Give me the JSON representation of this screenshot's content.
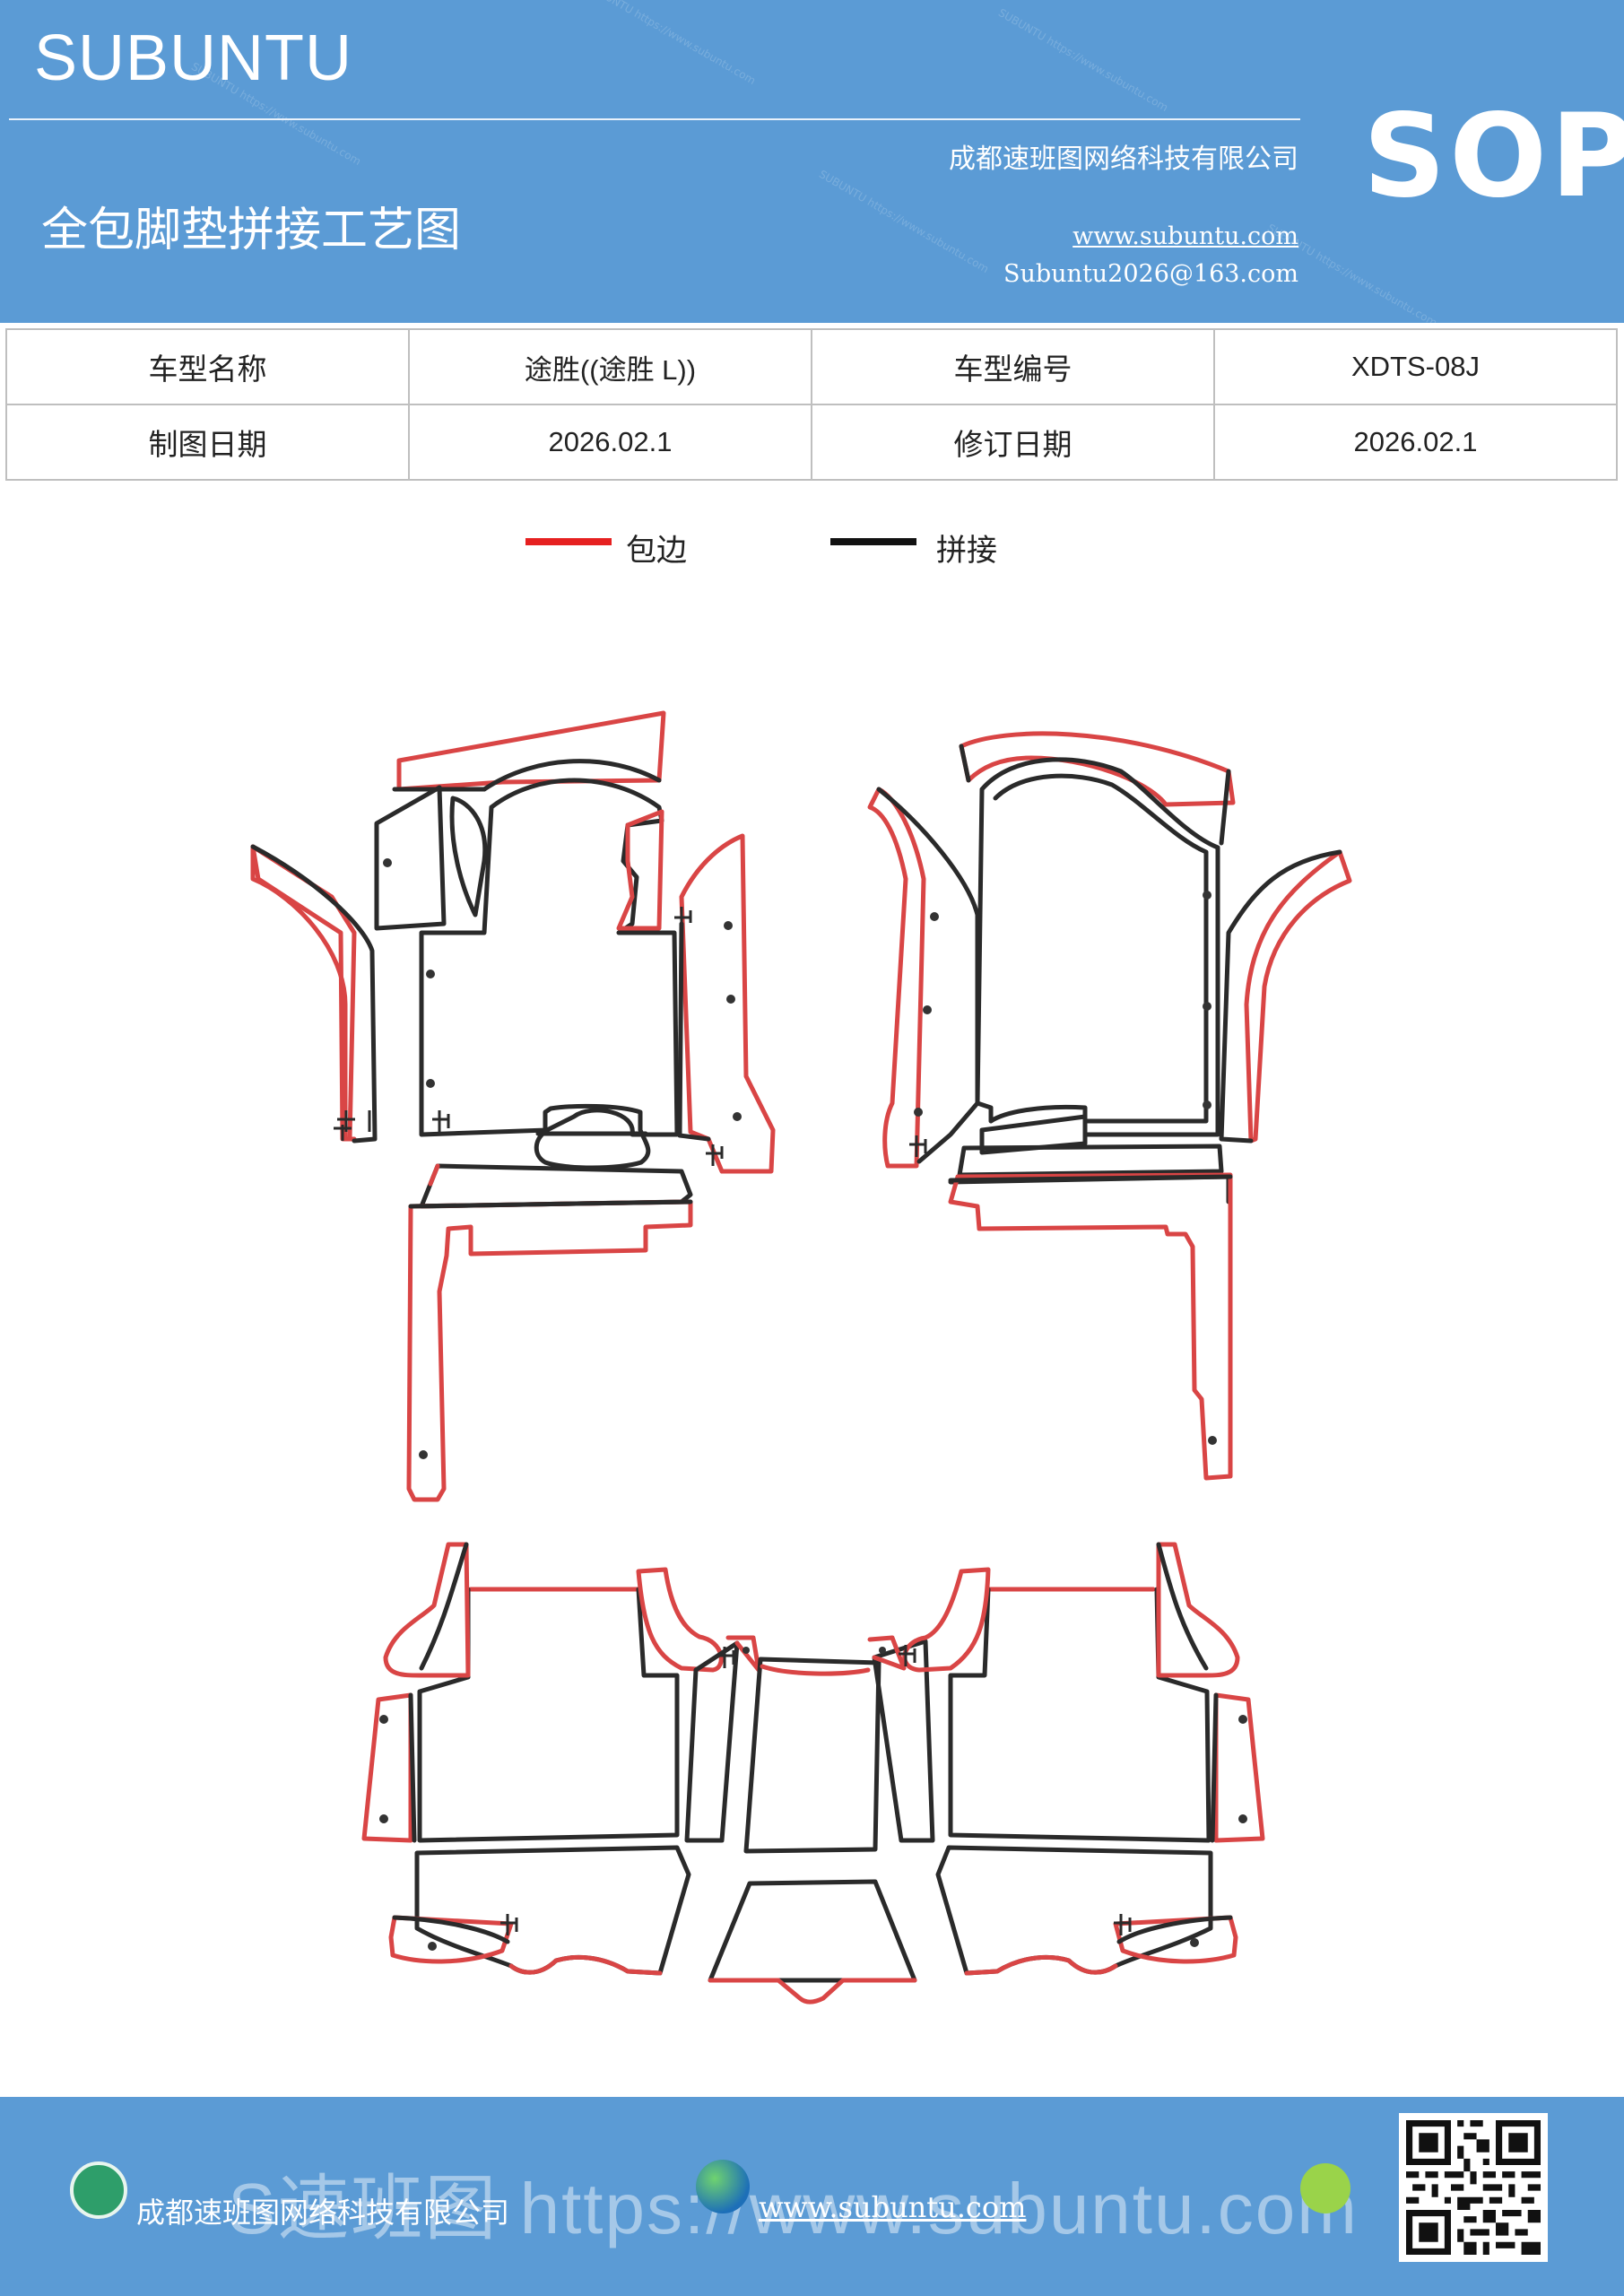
{
  "header": {
    "brand": "SUBUNTU",
    "sop": "SOP",
    "company": "成都速班图网络科技有限公司",
    "title": "全包脚垫拼接工艺图",
    "website": "www.subuntu.com",
    "email": "Subuntu2026@163.com"
  },
  "info_table": {
    "rows": [
      [
        {
          "label": "车型名称"
        },
        {
          "value": "途胜((途胜 L))"
        },
        {
          "label": "车型编号"
        },
        {
          "value": "XDTS-08J"
        }
      ],
      [
        {
          "label": "制图日期"
        },
        {
          "value": "2026.02.1"
        },
        {
          "label": "修订日期"
        },
        {
          "value": "2026.02.1"
        }
      ]
    ]
  },
  "legend": {
    "items": [
      {
        "label": "包边",
        "color": "#e62020"
      },
      {
        "label": "拼接",
        "color": "#111111"
      }
    ]
  },
  "colors": {
    "header_bg": "#5b9bd5",
    "edge_red": "#d94545",
    "seam_black": "#2a2a2a"
  },
  "footer": {
    "watermark": "S速班图 https://www.subuntu.com",
    "company": "成都速班图网络科技有限公司",
    "website": "www.subuntu.com",
    "icons": [
      "home-icon",
      "globe-icon",
      "leaf-icon",
      "qr-code"
    ]
  }
}
